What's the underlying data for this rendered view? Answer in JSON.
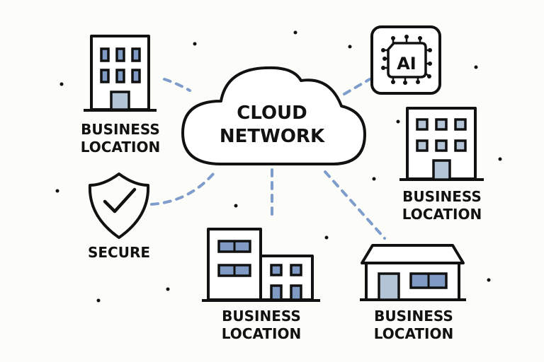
{
  "center": {
    "line1": "CLOUD",
    "line2": "NETWORK"
  },
  "nodes": {
    "top_left": {
      "line1": "BUSINESS",
      "line2": "LOCATION",
      "icon": "office-tower-icon"
    },
    "secure": {
      "label": "SECURE",
      "icon": "shield-check-icon"
    },
    "ai": {
      "label": "AI",
      "icon": "ai-chip-icon"
    },
    "right": {
      "line1": "BUSINESS",
      "line2": "LOCATION",
      "icon": "office-tower-icon"
    },
    "bottom_center": {
      "line1": "BUSINESS",
      "line2": "LOCATION",
      "icon": "office-complex-icon"
    },
    "bottom_right": {
      "line1": "BUSINESS",
      "line2": "LOCATION",
      "icon": "storefront-icon"
    }
  },
  "colors": {
    "background": "#fcfcf8",
    "outline": "#111111",
    "connector": "#7f9dcc",
    "window_dark": "#7f9bc4",
    "window_light": "#b3c4d6"
  }
}
